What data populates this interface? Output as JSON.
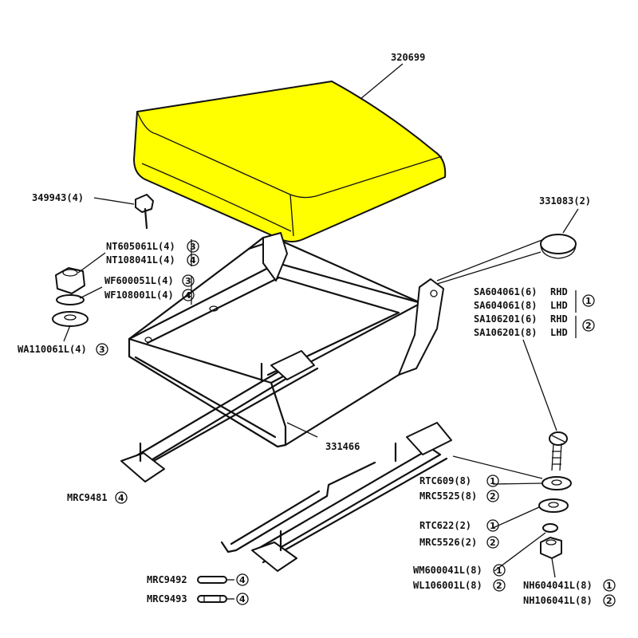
{
  "highlight_color": "#ffff00",
  "labels": {
    "cushion": "320699",
    "stud": "349943(4)",
    "nut_a": "NT605061L(4)",
    "nut_a_ref": "3",
    "nut_b": "NT108041L(4)",
    "nut_b_ref": "4",
    "washer_a": "WF600051L(4)",
    "washer_a_ref": "3",
    "washer_b": "WF108001L(4)",
    "washer_b_ref": "4",
    "washer_c": "WA110061L(4)",
    "washer_c_ref": "3",
    "grommet": "331083(2)",
    "screw_1": "SA604061(6)",
    "screw_1_side": "RHD",
    "screw_2": "SA604061(8)",
    "screw_2_side": "LHD",
    "screw_group_1_ref": "1",
    "screw_3": "SA106201(6)",
    "screw_3_side": "RHD",
    "screw_4": "SA106201(8)",
    "screw_4_side": "LHD",
    "screw_group_2_ref": "2",
    "frame": "331466",
    "runner_left": "MRC9481",
    "runner_left_ref": "4",
    "rtc609": "RTC609(8)",
    "rtc609_ref": "1",
    "mrc5525": "MRC5525(8)",
    "mrc5525_ref": "2",
    "rtc622": "RTC622(2)",
    "rtc622_ref": "1",
    "mrc5526": "MRC5526(2)",
    "mrc5526_ref": "2",
    "wm600041": "WM600041L(8)",
    "wm600041_ref": "1",
    "wl106001": "WL106001L(8)",
    "wl106001_ref": "2",
    "nh604041": "NH604041L(8)",
    "nh604041_ref": "1",
    "nh106041": "NH106041L(8)",
    "nh106041_ref": "2",
    "mrc9492": "MRC9492",
    "mrc9492_ref": "4",
    "mrc9493": "MRC9493",
    "mrc9493_ref": "4"
  }
}
